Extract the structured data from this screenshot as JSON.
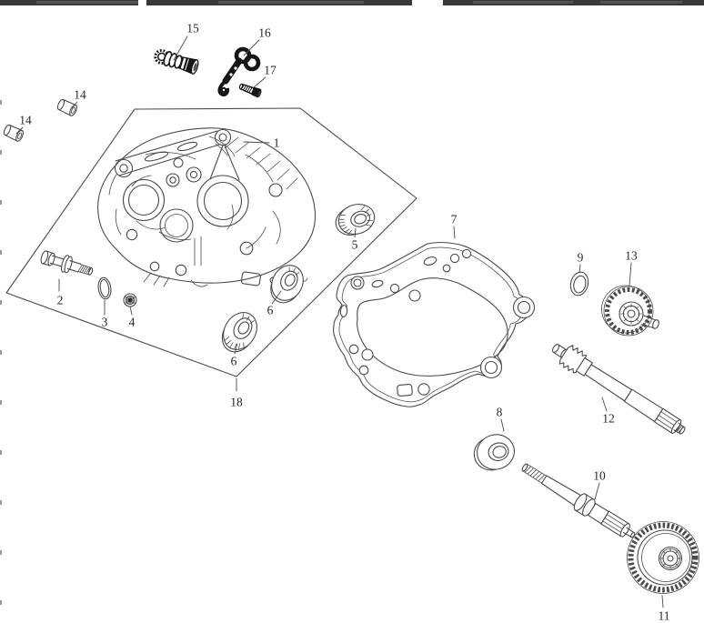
{
  "diagram": {
    "background": "#ffffff",
    "line_color": "#4a4a4d",
    "dark_part_color": "#161618",
    "label_color": "#26262a",
    "topbar_color": "#38383a"
  },
  "callouts": [
    {
      "label": "1"
    },
    {
      "label": "2"
    },
    {
      "label": "3"
    },
    {
      "label": "4"
    },
    {
      "label": "5"
    },
    {
      "label": "6"
    },
    {
      "label": "6"
    },
    {
      "label": "7"
    },
    {
      "label": "8"
    },
    {
      "label": "9"
    },
    {
      "label": "10"
    },
    {
      "label": "11"
    },
    {
      "label": "12"
    },
    {
      "label": "13"
    },
    {
      "label": "14"
    },
    {
      "label": "14"
    },
    {
      "label": "15"
    },
    {
      "label": "16"
    },
    {
      "label": "17"
    },
    {
      "label": "18"
    }
  ]
}
